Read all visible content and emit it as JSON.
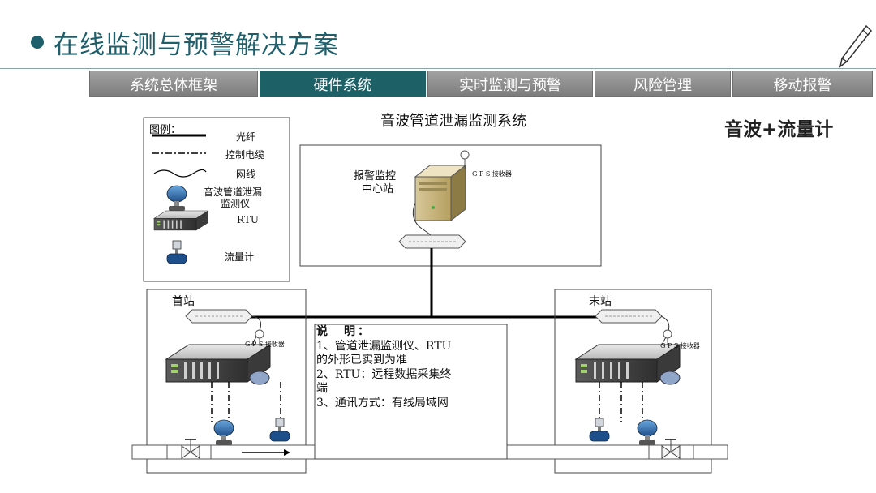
{
  "slide": {
    "title": "在线监测与预警解决方案",
    "system_title": "音波管道泄漏监测系统",
    "corner_label": "音波+流量计"
  },
  "tabs": [
    {
      "label": "系统总体框架",
      "active": false
    },
    {
      "label": "硬件系统",
      "active": true
    },
    {
      "label": "实时监测与预警",
      "active": false
    },
    {
      "label": "风险管理",
      "active": false
    },
    {
      "label": "移动报警",
      "active": false
    }
  ],
  "legend": {
    "title": "图例：",
    "items": [
      {
        "label": "光纤",
        "icon": "solid-line"
      },
      {
        "label": "控制电缆",
        "icon": "dash-dot-line"
      },
      {
        "label": "网线",
        "icon": "wavy-line"
      },
      {
        "label": "音波管道泄漏监测仪",
        "line1": "音波管道泄漏",
        "line2": "监测仪",
        "icon": "leak-monitor-icon"
      },
      {
        "label": "RTU",
        "icon": "rtu-icon"
      },
      {
        "label": "流量计",
        "icon": "flow-meter-icon"
      }
    ]
  },
  "control_center": {
    "label_line1": "报警监控",
    "label_line2": "中心站",
    "gps_label": "G P S 接收器"
  },
  "stations": {
    "first": {
      "label": "首站",
      "gps_label": "G P S 接收器"
    },
    "last": {
      "label": "末站",
      "gps_label": "G P S 接收器"
    }
  },
  "notes": {
    "title": "说　明：",
    "lines": [
      "1、管道泄漏监测仪、RTU",
      "的外形已实到为准",
      "2、RTU：远程数据采集终",
      "端",
      "3、通讯方式：有线局域网"
    ]
  },
  "colors": {
    "brand": "#1f5f6b",
    "tab_active": "#1d6066",
    "tab_inactive": "#8e8e8e",
    "device_blue": "#2a6fb0"
  }
}
